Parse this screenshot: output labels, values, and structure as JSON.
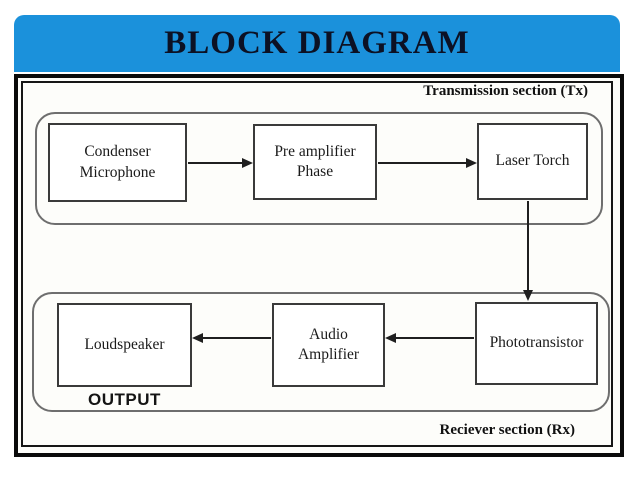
{
  "slide": {
    "title": "BLOCK DIAGRAM"
  },
  "colors": {
    "banner_blue": "#1B91DB",
    "title_text": "#0C1124",
    "frame_border": "#0A0A0A",
    "box_border": "#3A3A3A",
    "container_border": "#6E6E6E",
    "arrow": "#1F1F1F",
    "diagram_background": "#FDFDFA"
  },
  "transmission": {
    "label": "Transmission section (Tx)",
    "blocks": [
      {
        "id": "condenser-microphone",
        "label": "Condenser Microphone"
      },
      {
        "id": "pre-amplifier-phase",
        "label": "Pre amplifier Phase"
      },
      {
        "id": "laser-torch",
        "label": "Laser Torch"
      }
    ]
  },
  "receiver": {
    "label": "Reciever section (Rx)",
    "output_label": "OUTPUT",
    "blocks": [
      {
        "id": "loudspeaker",
        "label": "Loudspeaker"
      },
      {
        "id": "audio-amplifier",
        "label": "Audio Amplifier"
      },
      {
        "id": "phototransistor",
        "label": "Phototransistor"
      }
    ]
  }
}
